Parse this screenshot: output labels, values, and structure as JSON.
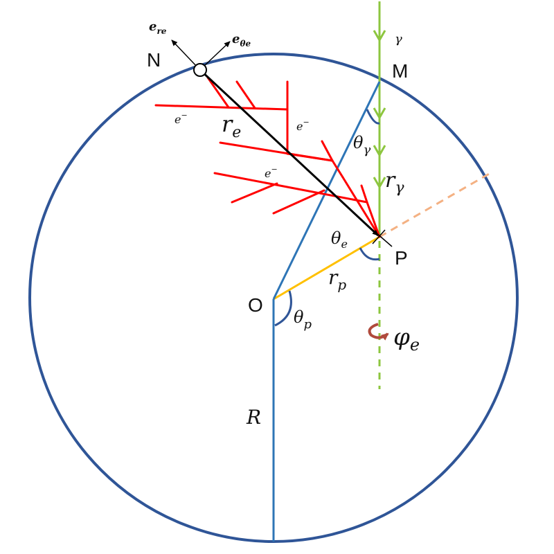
{
  "colors": {
    "circle": "#2F5597",
    "blue_line": "#2E75B6",
    "black_line": "#000000",
    "red_shower": "#FF0000",
    "green_gamma": "#8DC63F",
    "yellow_rp": "#FFC000",
    "orange_dash": "#F4B183",
    "rotation_arrow": "#B04A3C"
  },
  "points": {
    "N": "N",
    "M": "M",
    "P": "P",
    "O": "O"
  },
  "labels": {
    "e_re": "e",
    "e_re_sub": "re",
    "e_theta_e": "e",
    "e_theta_e_sub": "θe",
    "gamma": "γ",
    "r_e": "r",
    "r_e_sub": "e",
    "theta_gamma": "θ",
    "theta_gamma_sub": "γ",
    "r_gamma": "r",
    "r_gamma_sub": "γ",
    "theta_e": "θ",
    "theta_e_sub": "e",
    "r_p": "r",
    "r_p_sub": "p",
    "theta_p": "θ",
    "theta_p_sub": "p",
    "phi_e": "φ",
    "phi_e_sub": "e",
    "R": "R",
    "electron_1": "e",
    "electron_2": "e",
    "electron_3": "e",
    "electron_sup": "−"
  }
}
